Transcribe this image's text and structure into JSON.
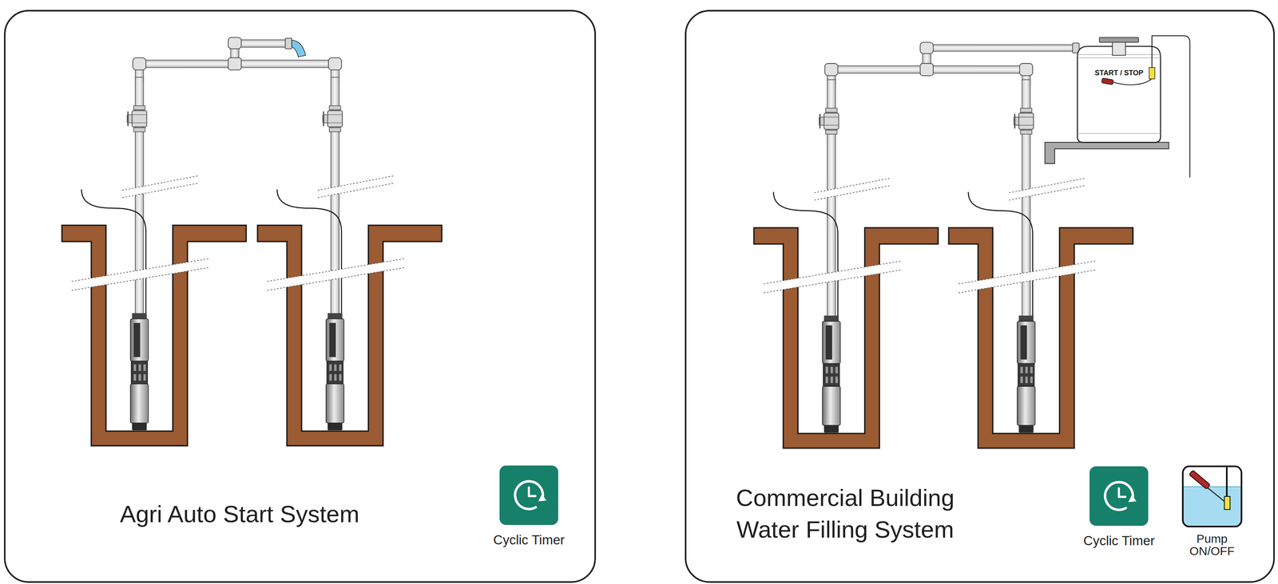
{
  "diagram": {
    "nodes": [
      {
        "text": [
          "Agri Auto Start System"
        ]
      },
      {
        "text": [
          "Cyclic Timer"
        ],
        "in": 0
      },
      {
        "text": [
          "Commercial Building Water Filling System"
        ]
      },
      {
        "text": [
          "START / STOP"
        ],
        "in": 2
      },
      {
        "text": [
          "Cyclic Timer"
        ],
        "in": 2
      },
      {
        "text": [
          "Pump ON/OFF"
        ],
        "in": 2
      }
    ]
  }
}
